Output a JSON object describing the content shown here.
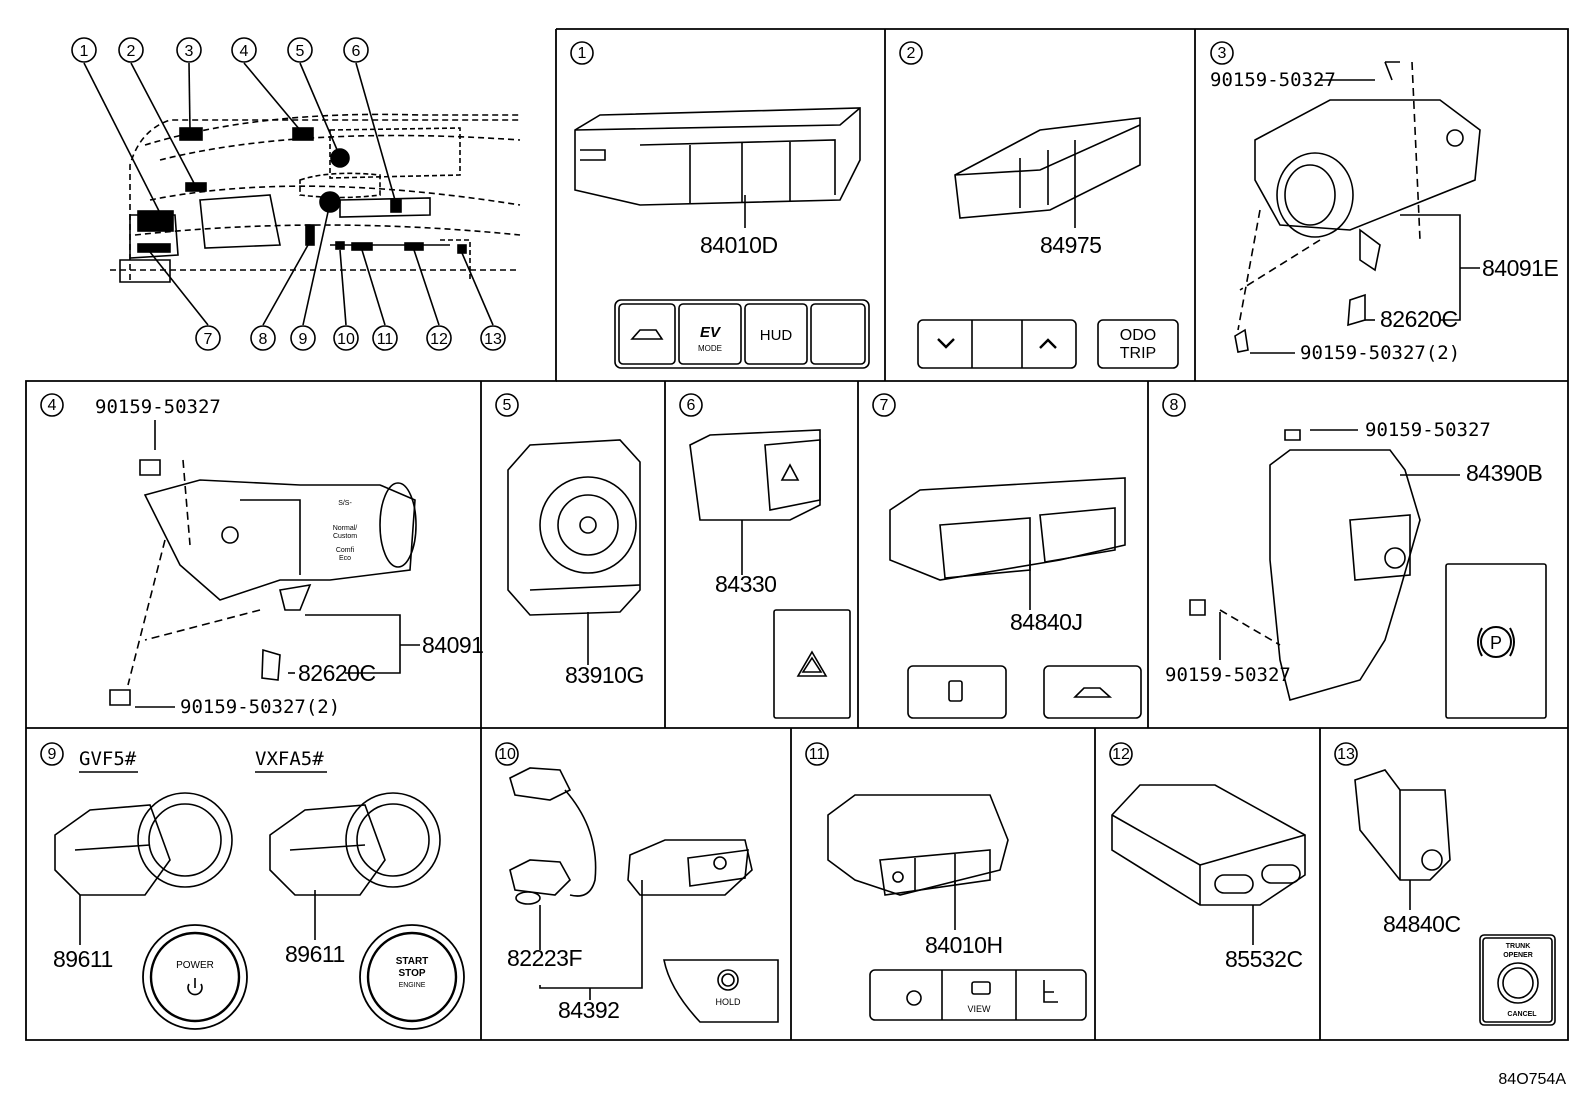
{
  "figure_code": "84O754A",
  "locator": {
    "callouts": [
      "1",
      "2",
      "3",
      "4",
      "5",
      "6",
      "7",
      "8",
      "9",
      "10",
      "11",
      "12",
      "13"
    ]
  },
  "panels": [
    {
      "id": "1",
      "parts": [
        "84010D"
      ],
      "icon_labels": [
        "EV",
        "MODE",
        "HUD"
      ]
    },
    {
      "id": "2",
      "parts": [
        "84975"
      ],
      "icon_labels": [
        "ODO",
        "TRIP"
      ]
    },
    {
      "id": "3",
      "parts": [
        "90159-50327",
        "84091E",
        "82620C",
        "90159-50327(2)"
      ]
    },
    {
      "id": "4",
      "parts": [
        "90159-50327",
        "84091",
        "82620C",
        "90159-50327(2)"
      ],
      "knob_labels": [
        "S/S-",
        "Normal/",
        "Custom",
        "Comfi",
        "Eco"
      ]
    },
    {
      "id": "5",
      "parts": [
        "83910G"
      ]
    },
    {
      "id": "6",
      "parts": [
        "84330"
      ]
    },
    {
      "id": "7",
      "parts": [
        "84840J"
      ]
    },
    {
      "id": "8",
      "parts": [
        "90159-50327",
        "84390B",
        "90159-50327"
      ]
    },
    {
      "id": "9",
      "parts": [
        "89611",
        "89611"
      ],
      "variants": [
        "GVF5#",
        "VXFA5#"
      ],
      "icon_labels": [
        "POWER",
        "START",
        "STOP",
        "ENGINE"
      ]
    },
    {
      "id": "10",
      "parts": [
        "82223F",
        "84392"
      ],
      "icon_labels": [
        "HOLD"
      ]
    },
    {
      "id": "11",
      "parts": [
        "84010H"
      ],
      "icon_labels": [
        "VIEW"
      ]
    },
    {
      "id": "12",
      "parts": [
        "85532C"
      ]
    },
    {
      "id": "13",
      "parts": [
        "84840C"
      ],
      "icon_labels": [
        "TRUNK",
        "OPENER",
        "CANCEL"
      ]
    }
  ]
}
